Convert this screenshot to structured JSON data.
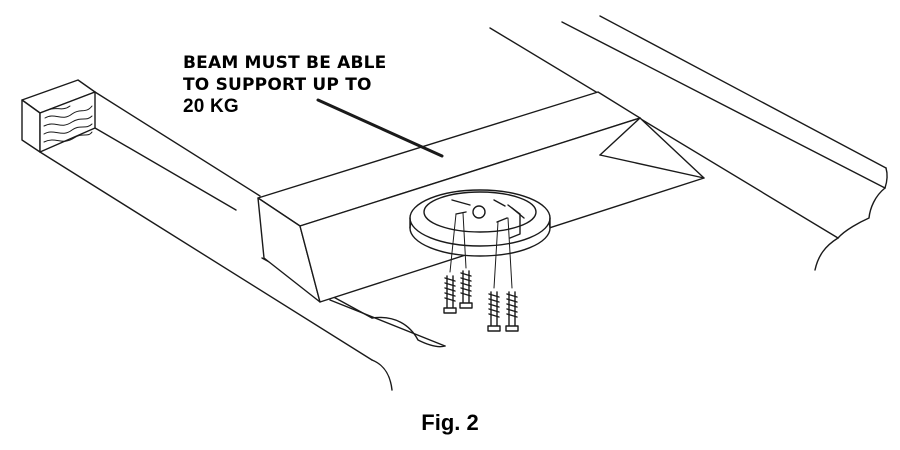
{
  "callout": {
    "line1": "BEAM MUST BE ABLE",
    "line2": "TO SUPPORT UP TO",
    "line3": "20 KG"
  },
  "caption": "Fig. 2",
  "colors": {
    "stroke": "#1a1a1a",
    "background": "#ffffff"
  }
}
